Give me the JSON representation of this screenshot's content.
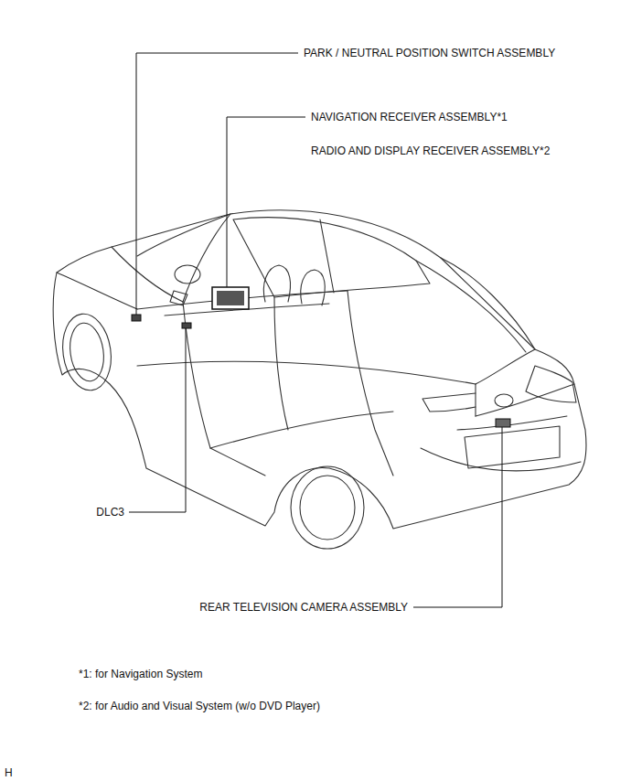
{
  "diagram": {
    "labels": [
      "PARK / NEUTRAL POSITION SWITCH ASSEMBLY",
      "NAVIGATION RECEIVER ASSEMBLY*1",
      "RADIO AND DISPLAY RECEIVER ASSEMBLY*2",
      "DLC3",
      "REAR TELEVISION CAMERA ASSEMBLY",
      "*1: for Navigation System",
      "*2: for Audio and Visual System (w/o DVD Player)",
      "H"
    ]
  }
}
